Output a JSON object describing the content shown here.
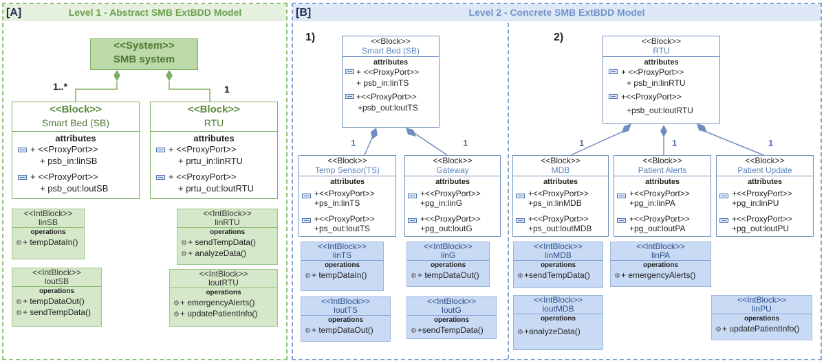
{
  "panelA": {
    "tag": "[A]",
    "title": "Level 1 - Abstract SMB ExtBDD Model",
    "system": {
      "stereotype": "<<System>>",
      "name": "SMB system"
    },
    "mult_left": "1..*",
    "mult_right": "1",
    "smartbed": {
      "stereotype": "<<Block>>",
      "name": "Smart Bed (SB)",
      "section": "attributes",
      "ports": [
        {
          "l1": "+ <<ProxyPort>>",
          "l2": "+ psb_in:linSB"
        },
        {
          "l1": "+ <<ProxyPort>>",
          "l2": "+ psb_out:loutSB"
        }
      ]
    },
    "rtu": {
      "stereotype": "<<Block>>",
      "name": "RTU",
      "section": "attributes",
      "ports": [
        {
          "l1": "+ <<ProxyPort>>",
          "l2": "+ prtu_in:linRTU"
        },
        {
          "l1": "+ <<ProxyPort>>",
          "l2": "+ prtu_out:loutRTU"
        }
      ]
    },
    "linSB": {
      "stereotype": "<<IntBlock>>",
      "name": "linSB",
      "section": "operations",
      "ops": [
        "+ tempDataIn()"
      ]
    },
    "loutSB": {
      "stereotype": "<<IntBlock>>",
      "name": "loutSB",
      "section": "operations",
      "ops": [
        "+ tempDataOut()",
        "+ sendTempData()"
      ]
    },
    "linRTU": {
      "stereotype": "<<IntBlock>>",
      "name": "linRTU",
      "section": "operations",
      "ops": [
        "+ sendTempData()",
        "+ analyzeData()"
      ]
    },
    "loutRTU": {
      "stereotype": "<<IntBlock>>",
      "name": "loutRTU",
      "section": "operations",
      "ops": [
        "+ emergencyAlerts()",
        "+ updatePatientInfo()"
      ]
    }
  },
  "panelB": {
    "tag": "[B]",
    "title": "Level 2 - Concrete SMB ExtBDD Model",
    "sub1": "1)",
    "sub2": "2)",
    "mult": "1",
    "smartbed": {
      "stereotype": "<<Block>>",
      "name": "Smart Bed (SB)",
      "section": "attributes",
      "ports": [
        {
          "l1": "+ <<ProxyPort>>",
          "l2": "+ psb_in:linTS"
        },
        {
          "l1": "+<<ProxyPort>>",
          "l2": "+psb_out:loutTS"
        }
      ]
    },
    "rtu": {
      "stereotype": "<<Block>>",
      "name": "RTU",
      "section": "attributes",
      "ports": [
        {
          "l1": "+ <<ProxyPort>>",
          "l2": "+ psb_in:linRTU"
        },
        {
          "l1": "+<<ProxyPort>>",
          "l2": "+psb_out:loutRTU"
        }
      ]
    },
    "ts": {
      "stereotype": "<<Block>>",
      "name": "Temp Sensor(TS)",
      "section": "attributes",
      "ports": [
        {
          "l1": "+<<ProxyPort>>",
          "l2": "+ps_in:linTS"
        },
        {
          "l1": "+<<ProxyPort>>",
          "l2": "+ps_out:loutTS"
        }
      ]
    },
    "gw": {
      "stereotype": "<<Block>>",
      "name": "Gateway",
      "section": "attributes",
      "ports": [
        {
          "l1": "+<<ProxyPort>>",
          "l2": "+pg_in:linG"
        },
        {
          "l1": "+<<ProxyPort>>",
          "l2": "+pg_out:loutG"
        }
      ]
    },
    "mdb": {
      "stereotype": "<<Block>>",
      "name": "MDB",
      "section": "attributes",
      "ports": [
        {
          "l1": "+<<ProxyPort>>",
          "l2": "+ps_in:linMDB"
        },
        {
          "l1": "+<<ProxyPort>>",
          "l2": "+ps_out:loutMDB"
        }
      ]
    },
    "pa": {
      "stereotype": "<<Block>>",
      "name": "Patient Alerts",
      "section": "attributes",
      "ports": [
        {
          "l1": "+<<ProxyPort>>",
          "l2": "+pg_in:linPA"
        },
        {
          "l1": "+<<ProxyPort>>",
          "l2": "+pg_out:loutPA"
        }
      ]
    },
    "pu": {
      "stereotype": "<<Block>>",
      "name": "Patient Update",
      "section": "attributes",
      "ports": [
        {
          "l1": "+<<ProxyPort>>",
          "l2": "+pg_in:linPU"
        },
        {
          "l1": "+<<ProxyPort>>",
          "l2": "+pg_out:loutPU"
        }
      ]
    },
    "linTS": {
      "stereotype": "<<IntBlock>>",
      "name": "linTS",
      "section": "operations",
      "ops": [
        "+ tempDataIn()"
      ]
    },
    "loutTS": {
      "stereotype": "<<IntBlock>>",
      "name": "loutTS",
      "section": "operations",
      "ops": [
        "+ tempDataOut()"
      ]
    },
    "linG": {
      "stereotype": "<<IntBlock>>",
      "name": "linG",
      "section": "operations",
      "ops": [
        "+ tempDataOut()"
      ]
    },
    "loutG": {
      "stereotype": "<<IntBlock>>",
      "name": "loutG",
      "section": "operations",
      "ops": [
        "+sendTempData()"
      ]
    },
    "linMDB": {
      "stereotype": "<<IntBlock>>",
      "name": "linMDB",
      "section": "operations",
      "ops": [
        "+sendTempData()"
      ]
    },
    "loutMDB": {
      "stereotype": "<<IntBlock>>",
      "name": "loutMDB",
      "section": "operations",
      "ops": [
        "+analyzeData()"
      ]
    },
    "linPA": {
      "stereotype": "<<IntBlock>>",
      "name": "linPA",
      "section": "operations",
      "ops": [
        "+ emergencyAlerts()"
      ]
    },
    "linPU": {
      "stereotype": "<<IntBlock>>",
      "name": "linPU",
      "section": "operations",
      "ops": [
        "+ updatePatientInfo()"
      ]
    }
  }
}
